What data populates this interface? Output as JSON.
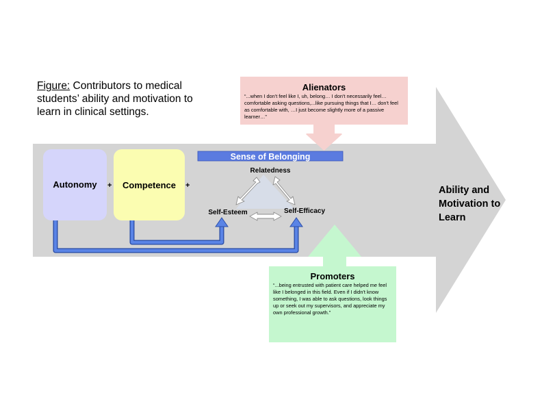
{
  "caption": {
    "lead": "Figure:",
    "text": " Contributors to medical students’ ability and motivation to learn in clinical settings."
  },
  "boxes": {
    "autonomy": "Autonomy",
    "competence": "Competence",
    "plus": "+"
  },
  "belonging": {
    "title": "Sense of Belonging",
    "relatedness": "Relatedness",
    "self_esteem": "Self-Esteem",
    "self_efficacy": "Self-Efficacy"
  },
  "result": {
    "label": "Ability and Motivation to Learn"
  },
  "alienators": {
    "title": "Alienators",
    "quote": "“...when I don't feel like I, uh, belong… I don't necessarily feel…comfortable asking questions,...like pursuing things that I… don't feel as comfortable with, …I just become slightly more of a passive learner…”"
  },
  "promoters": {
    "title": "Promoters",
    "quote": "“...being entrusted with patient care helped me feel like I belonged in this field. Even if I didn't know something, I was able to ask questions, look things up or seek out my supervisors, and appreciate my own professional growth.”"
  },
  "colors": {
    "main_arrow": "#d4d4d4",
    "autonomy_fill": "#d5d5fb",
    "competence_fill": "#fbfdb1",
    "belonging_fill": "#b9d6fb",
    "belonging_bar": "#5b7be0",
    "connector_blue": "#4e79de",
    "alienators_fill": "#f6d1cf",
    "promoters_fill": "#c5f7cf"
  }
}
